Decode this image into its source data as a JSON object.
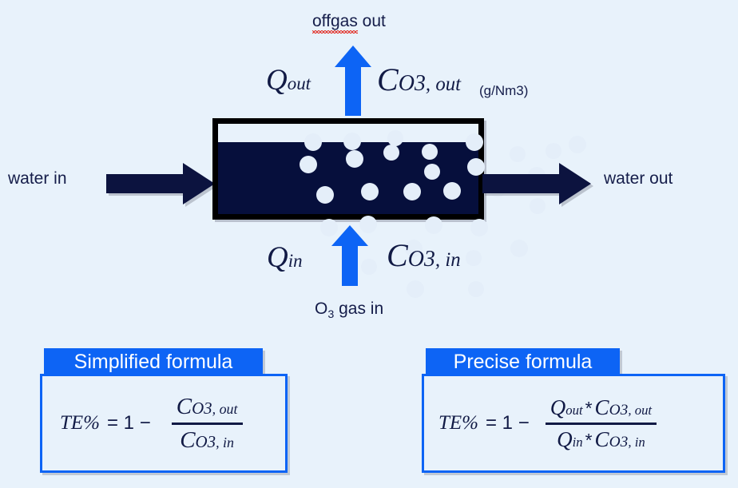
{
  "background_color": "#e8f2fb",
  "colors": {
    "navy": "#111a45",
    "water_fill": "#060f3c",
    "gas_arrow_blue": "#0d64f5",
    "tab_blue": "#0d64f5",
    "bubble": "#e4eef9",
    "vessel_border": "#000000",
    "spellcheck_red": "#e2342c"
  },
  "diagram": {
    "offgas_label": {
      "misspelled_word": "offgas",
      "rest": " out"
    },
    "q_out": {
      "base": "Q",
      "sub": "out"
    },
    "c_out": {
      "base": "C",
      "capsub": "O3",
      "sub": ", out"
    },
    "units_note": "(g/Nm3)",
    "water_in_label": "water in",
    "water_out_label": "water out",
    "q_in": {
      "base": "Q",
      "sub": "in"
    },
    "c_in": {
      "base": "C",
      "capsub": "O3",
      "sub": ", in"
    },
    "gas_in_label": {
      "prefix": "O",
      "sub": "3",
      "suffix": " gas in"
    },
    "icons": {
      "offgas_arrow": "arrow-up-icon",
      "gas_in_arrow": "arrow-up-icon",
      "water_in_arrow": "arrow-right-icon",
      "water_out_arrow": "arrow-right-icon"
    }
  },
  "formulas": [
    {
      "id": "simplified",
      "title": "Simplified formula",
      "lhs_symbol": "TE%",
      "lhs_operator": "= 1 −",
      "numerator": {
        "base": "C",
        "capsub": "O3",
        "sub": ", out"
      },
      "denominator": {
        "base": "C",
        "capsub": "O3",
        "sub": ", in"
      }
    },
    {
      "id": "precise",
      "title": "Precise formula",
      "lhs_symbol": "TE%",
      "lhs_operator": "= 1 −",
      "numerator": {
        "q_base": "Q",
        "q_sub": "out",
        "operator": "*",
        "c_base": "C",
        "c_capsub": "O3",
        "c_sub": ", out"
      },
      "denominator": {
        "q_base": "Q",
        "q_sub": "in",
        "operator": "*",
        "c_base": "C",
        "c_capsub": "O3",
        "c_sub": ", in"
      }
    }
  ],
  "bubbles": [
    [
      392,
      185,
      11
    ],
    [
      441,
      184,
      11
    ],
    [
      495,
      180,
      10
    ],
    [
      594,
      185,
      11
    ],
    [
      723,
      188,
      11
    ],
    [
      386,
      213,
      11
    ],
    [
      444,
      206,
      11
    ],
    [
      490,
      198,
      10
    ],
    [
      538,
      197,
      10
    ],
    [
      648,
      200,
      10
    ],
    [
      693,
      196,
      10
    ],
    [
      596,
      216,
      11
    ],
    [
      541,
      222,
      10
    ],
    [
      672,
      227,
      11
    ],
    [
      407,
      251,
      11
    ],
    [
      463,
      247,
      11
    ],
    [
      516,
      247,
      11
    ],
    [
      566,
      246,
      11
    ],
    [
      623,
      244,
      10
    ],
    [
      412,
      292,
      11
    ],
    [
      461,
      288,
      11
    ],
    [
      543,
      289,
      11
    ],
    [
      600,
      292,
      11
    ],
    [
      673,
      265,
      10
    ],
    [
      518,
      318,
      11
    ],
    [
      650,
      318,
      11
    ],
    [
      462,
      341,
      10
    ],
    [
      593,
      330,
      10
    ],
    [
      520,
      369,
      11
    ],
    [
      596,
      369,
      10
    ],
    [
      421,
      214,
      0
    ]
  ]
}
